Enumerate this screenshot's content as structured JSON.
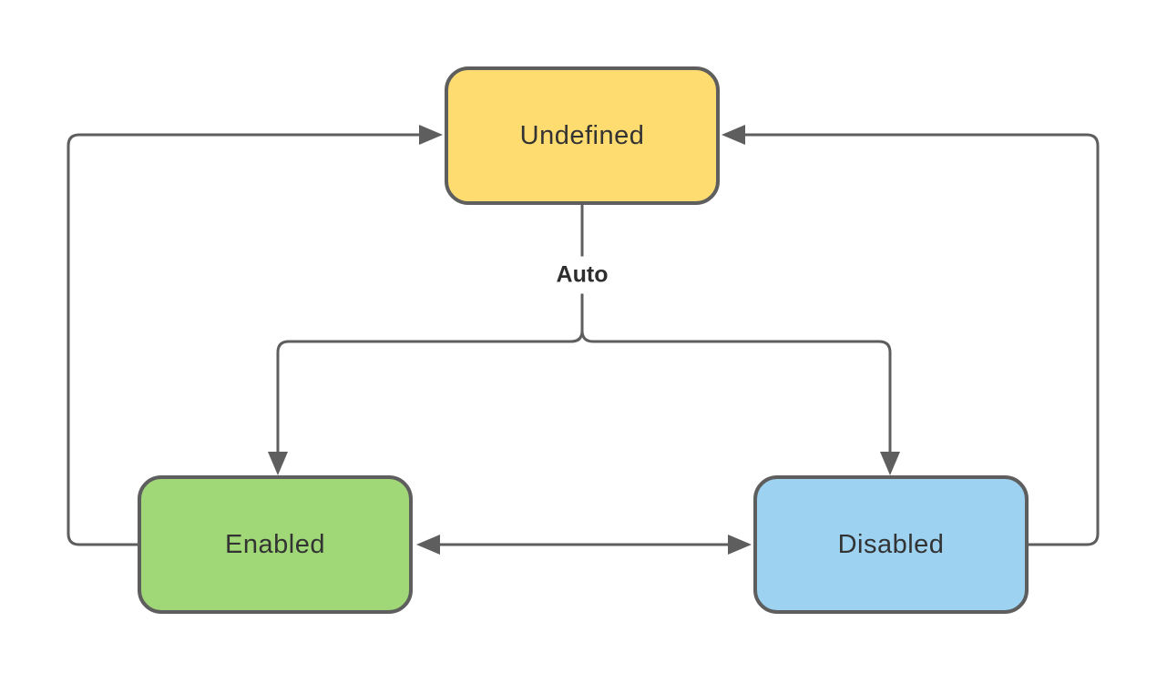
{
  "diagram": {
    "type": "state-transition-diagram",
    "nodes": [
      {
        "id": "undefined",
        "label": "Undefined",
        "fill": "#FEDC6F"
      },
      {
        "id": "enabled",
        "label": "Enabled",
        "fill": "#A0D877"
      },
      {
        "id": "disabled",
        "label": "Disabled",
        "fill": "#9DD2F0"
      }
    ],
    "edges": [
      {
        "from": "Undefined",
        "to": "Enabled",
        "label": "Auto",
        "note": "branching edge, shared Auto label"
      },
      {
        "from": "Undefined",
        "to": "Disabled",
        "label": "Auto",
        "note": "branching edge, shared Auto label"
      },
      {
        "from": "Enabled",
        "to": "Disabled",
        "bidirectional": true
      },
      {
        "from": "Enabled",
        "to": "Undefined",
        "route": "left-loop"
      },
      {
        "from": "Disabled",
        "to": "Undefined",
        "route": "right-loop"
      }
    ],
    "colors": {
      "connector_stroke": "#5E5E5E",
      "node_border": "#5E5E5E",
      "node_label_text": "#333333",
      "edge_label_text": "#2E2E2E",
      "background": "#FFFFFF"
    }
  }
}
